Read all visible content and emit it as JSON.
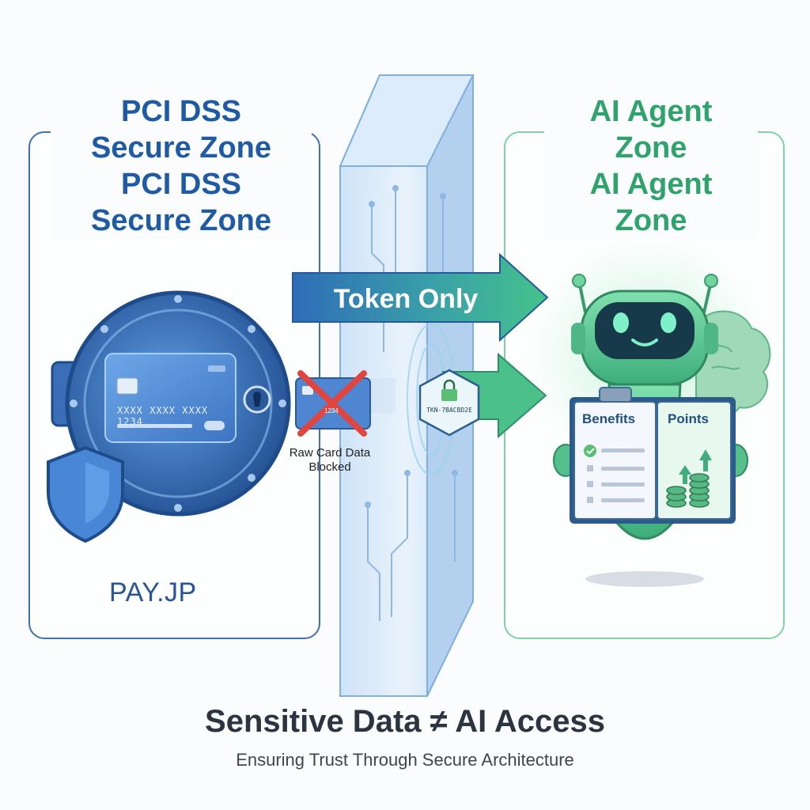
{
  "left_zone": {
    "title_line1": "PCI DSS",
    "title_line2": "Secure Zone",
    "title_line3": "PCI DSS",
    "title_line4": "Secure Zone",
    "logo": "PAY.JP"
  },
  "right_zone": {
    "title_line1": "AI Agent",
    "title_line2": "Zone",
    "title_line3": "AI Agent",
    "title_line4": "Zone"
  },
  "vault_card": {
    "number": "XXXX XXXX XXXX 1234"
  },
  "flow": {
    "token_label": "Token Only",
    "blocked_label": "Raw Card Data Blocked",
    "token_id": "TKN-7BACBD2E",
    "mini_card_text": "1234"
  },
  "clipboard": {
    "benefits": "Benefits",
    "points": "Points"
  },
  "footer": {
    "title": "Sensitive Data ≠ AI Access",
    "subtitle": "Ensuring Trust Through Secure Architecture"
  },
  "colors": {
    "secure_blue": "#1f5aa5",
    "agent_green": "#2ea36b",
    "blocked_red": "#e0453f"
  },
  "icons": [
    "vault-icon",
    "shield-icon",
    "credit-card-icon",
    "lock-icon",
    "robot-icon",
    "brain-icon",
    "clipboard-icon",
    "coins-icon",
    "arrow-icon"
  ]
}
